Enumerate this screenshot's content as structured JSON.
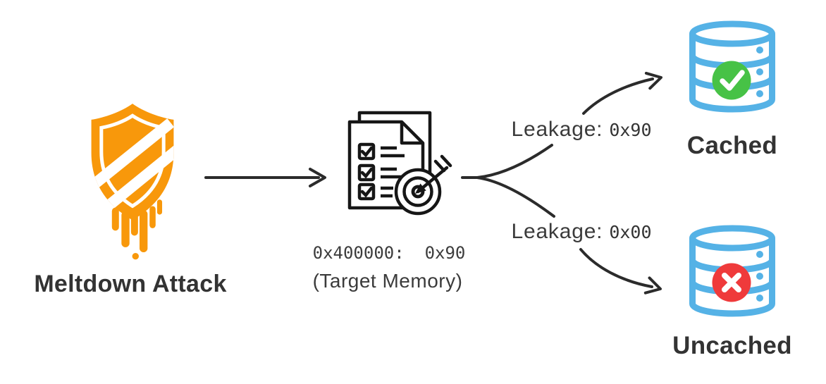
{
  "attacker": {
    "label": "Meltdown Attack",
    "icon": "meltdown-shield-icon"
  },
  "target": {
    "address_line": "0x400000:  0x90",
    "caption": "(Target Memory)",
    "icon": "checklist-target-icon"
  },
  "branches": {
    "cached": {
      "leakage_label": "Leakage:",
      "leakage_value": "0x90",
      "result_label": "Cached",
      "icon": "database-check-icon",
      "badge_icon": "check-circle-icon"
    },
    "uncached": {
      "leakage_label": "Leakage:",
      "leakage_value": "0x00",
      "result_label": "Uncached",
      "icon": "database-x-icon",
      "badge_icon": "x-circle-icon"
    }
  },
  "colors": {
    "meltdown_orange": "#F8980B",
    "database_blue": "#55B2E6",
    "success_green": "#47C246",
    "error_red": "#EF3A3B",
    "line_black": "#161616",
    "arrow_dark": "#2b2b2b",
    "text_dark": "#333333",
    "text_gray": "#3b3b3b"
  }
}
